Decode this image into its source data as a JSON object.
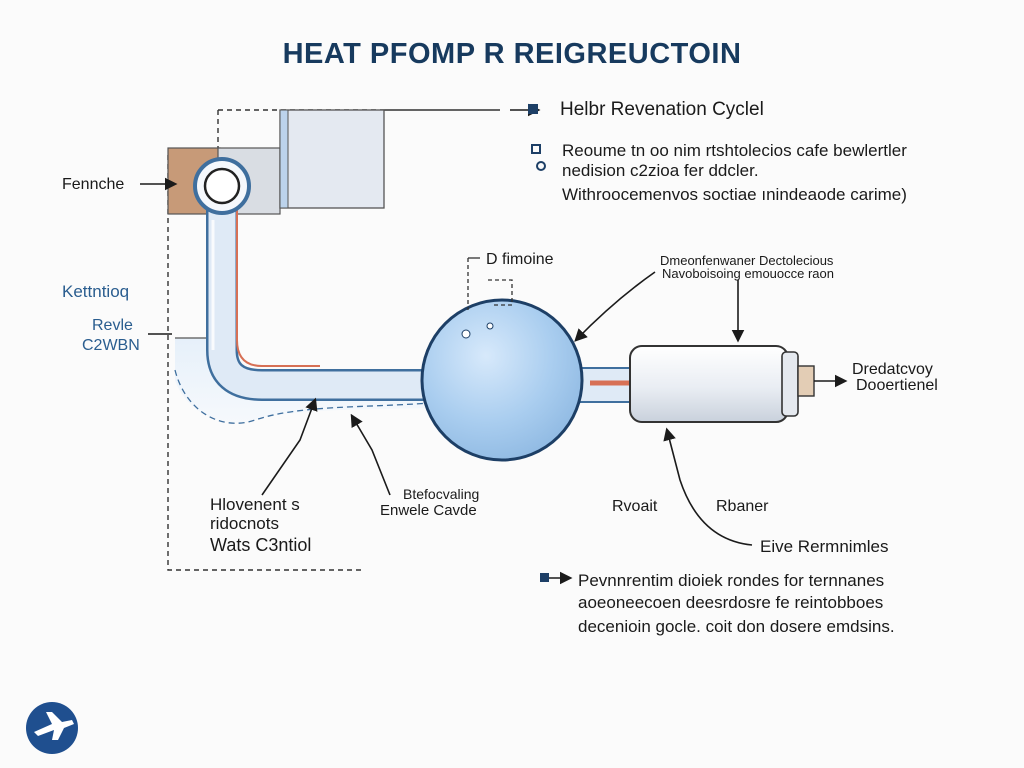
{
  "title": "HEAT PFOMP R REIGREUCTOIN",
  "legend": {
    "heading": "Helbr Revenation Cyclel",
    "lines": [
      "Reoume tn oo nim rtshtolecios cafe bewlertler",
      "nedision c2zioa fer ddcler.",
      "Withroocemenvos soctiae ınindeaode carime)"
    ]
  },
  "labels": {
    "left_component": "Fennche",
    "left_blue": "Kettntioq",
    "left_mid": [
      "Revle",
      "C2WBN"
    ],
    "bottom_left": [
      "Hlovenent s",
      "ridocnots",
      "Wats C3ntiol"
    ],
    "sphere_top": "D fimoine",
    "pipe_arrow": [
      "Btefocvaling",
      "Enwele Cavde"
    ],
    "top_right": [
      "Dmeonfenwaner Dectolecious",
      "Navoboisoing emouocce raon"
    ],
    "cylinder_right": [
      "Dredatcvoy",
      "Dooertienel"
    ],
    "rvoant": "Rvoait",
    "rvoaner": "Rbaner",
    "eive": "Eive  Rermnimles"
  },
  "footer_note": [
    "Pevnnrentim dioiek rondes for ternnanes",
    "aoeoneecoen deesrdosre fe reintobboes",
    "decenioin gocle. coit don dosere emdsins."
  ],
  "colors": {
    "title": "#173a5e",
    "pipe_fill": "#dfeaf6",
    "pipe_stroke": "#3f6f9e",
    "sphere": "#a9cdef",
    "box_brown": "#c79a78",
    "box_gray": "#d9dde3",
    "box_blue": "#e4e9f1",
    "accent_red": "#d77055",
    "logo": "#1f4f8f"
  },
  "icons": {
    "logo": "plane-badge-icon"
  }
}
